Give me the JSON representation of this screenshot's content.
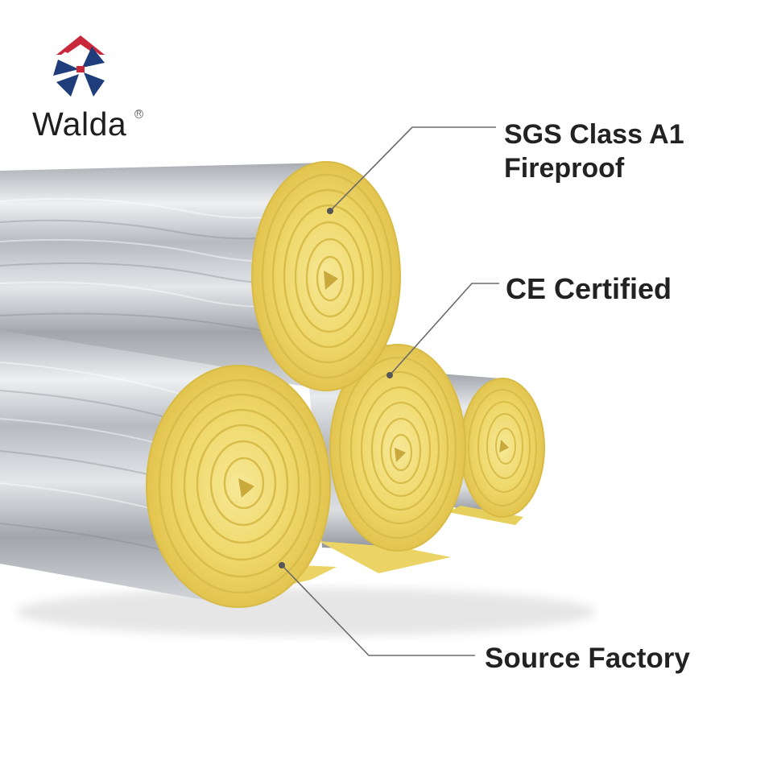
{
  "brand": {
    "name": "Walda",
    "registered_mark": "R",
    "logo_icon": "walda-house-pinwheel-logo",
    "colors": {
      "roof": "#c8283a",
      "blades": "#1f3d7a"
    }
  },
  "callouts": [
    {
      "id": "sgs",
      "lines": [
        "SGS Class A1",
        "Fireproof"
      ]
    },
    {
      "id": "ce",
      "lines": [
        "CE Certified"
      ]
    },
    {
      "id": "source",
      "lines": [
        "Source Factory"
      ]
    }
  ],
  "colors": {
    "text": "#222222",
    "leader_line": "#6b6b6b",
    "foil": "#c9ccd1",
    "insulation": "#f0dc6e"
  }
}
